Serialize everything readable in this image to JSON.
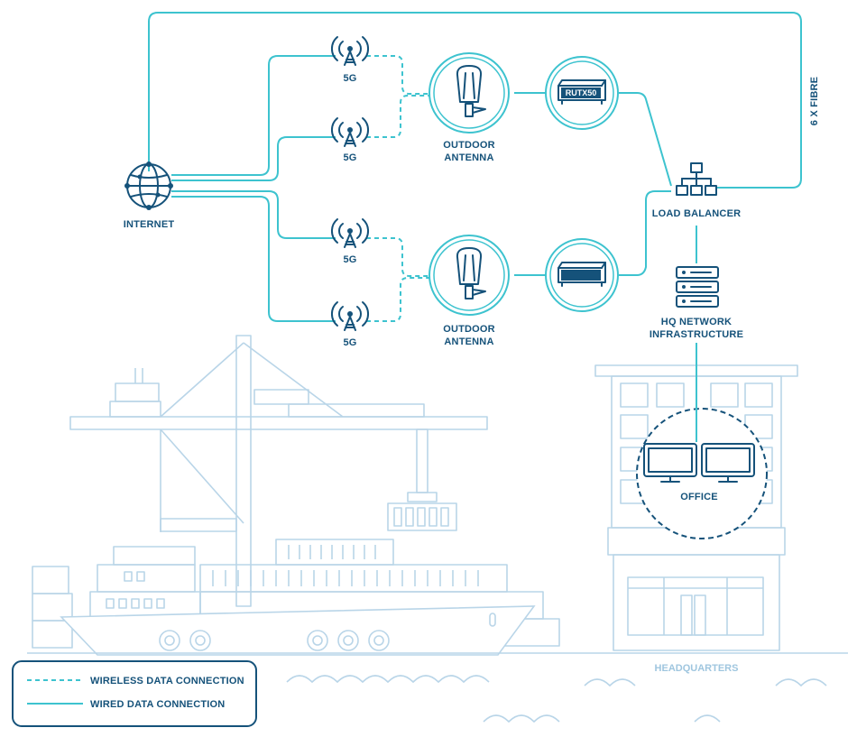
{
  "labels": {
    "internet": "INTERNET",
    "tower": "5G",
    "antenna_line1": "OUTDOOR",
    "antenna_line2": "ANTENNA",
    "router": "RUTX50",
    "load_balancer": "LOAD BALANCER",
    "hq_line1": "HQ NETWORK",
    "hq_line2": "INFRASTRUCTURE",
    "office": "OFFICE",
    "fibre": "6 X FIBRE",
    "headquarters": "HEADQUARTERS"
  },
  "legend": {
    "wireless": "WIRELESS DATA CONNECTION",
    "wired": "WIRED DATA CONNECTION"
  },
  "colors": {
    "connection": "#3dc3cf",
    "icon": "#15527a",
    "illustration": "#b9d5e8"
  }
}
